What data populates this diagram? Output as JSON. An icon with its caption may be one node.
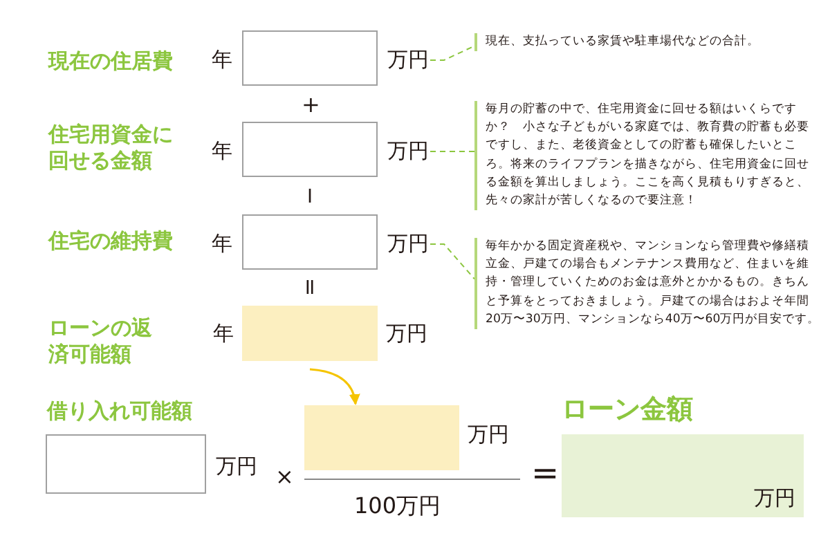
{
  "diagram": {
    "nodes": [
      {
        "text": [],
        "shape": "box",
        "beside": [
          "年",
          "万円"
        ]
      },
      {
        "text": [
          "現在、支払っている家賃や駐車場代などの合計。"
        ]
      },
      {
        "text": [],
        "shape": "box",
        "beside": [
          "年",
          "万円"
        ]
      },
      {
        "text": [
          "毎月の貯蓄の中で、住宅用資金に回せる額はいくらですか？　小さな子どもがいる家庭では、教育費の貯蓄も必要ですし、また、老後資金としての貯蓄も確保したいところ。将来のライフプランを描きながら、住宅用資金に回せる金額を算出しましょう。ここを高く見積もりすぎると、先々の家計が苦しくなるので要注意！"
        ]
      },
      {
        "text": [],
        "shape": "box",
        "beside": [
          "年",
          "万円"
        ]
      },
      {
        "text": [
          "毎年かかる固定資産税や、マンションなら管理費や修繕積立金、戸建ての場合もメンテナンス費用など、住まいを維持・管理していくためのお金は意外とかかるもの。きちんと予算をとっておきましょう。戸建ての場合はおよそ年間20万〜30万円、マンションなら40万〜60万円が目安です。"
        ]
      },
      {
        "text": [],
        "shape": "box",
        "beside": [
          "年",
          "万円"
        ]
      },
      {
        "text": [
          "借り入れ可能額"
        ],
        "beside": [
          "万円"
        ]
      },
      {
        "text": [],
        "shape": "box",
        "beside": [
          "万円"
        ]
      },
      {
        "text": [
          "ローン金額",
          "万円"
        ]
      }
    ],
    "edges": [
      {
        "from": 0,
        "to": 1,
        "arrow": "none",
        "style": "dashed"
      },
      {
        "from": 2,
        "to": 3,
        "arrow": "none",
        "style": "dashed"
      },
      {
        "from": 4,
        "to": 5,
        "arrow": "none",
        "style": "dashed"
      },
      {
        "from": 6,
        "to": 8,
        "arrow": "to",
        "color": "#f5c400"
      }
    ],
    "labels": [
      "現在の住居費",
      "+",
      "住宅用資金に回せる金額",
      "−",
      "住宅の維持費",
      "=",
      "ローンの返済可能額",
      "×",
      "100万円",
      "="
    ]
  }
}
